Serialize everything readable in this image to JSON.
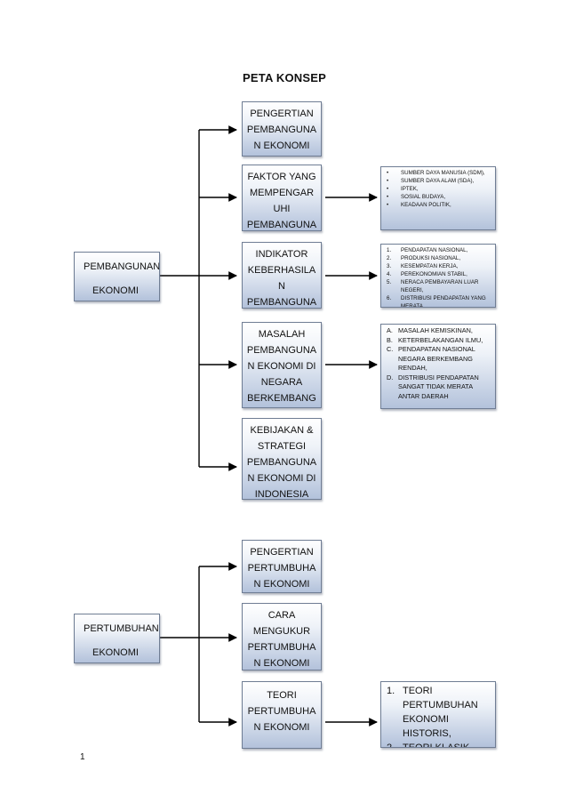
{
  "page_title": "PETA KONSEP",
  "page_number": "1",
  "section1": {
    "root": {
      "line1": "PEMBANGUNAN",
      "line2": "EKONOMI"
    },
    "nodes": [
      "PENGERTIAN PEMBANGUNAN EKONOMI",
      "FAKTOR YANG MEMPENGARUHI PEMBANGUNAN EKONOMI",
      "INDIKATOR KEBERHASILAN PEMBANGUNAN EKONOMI",
      "MASALAH PEMBANGUNAN EKONOMI DI NEGARA BERKEMBANG",
      "KEBIJAKAN & STRATEGI PEMBANGUNAN EKONOMI DI INDONESIA"
    ],
    "faktor_details": [
      "SUMBER DAYA MANUSIA (SDM),",
      "SUMBER DAYA ALAM (SDA),",
      "IPTEK,",
      "SOSIAL BUDAYA,",
      "KEADAAN POLITIK,"
    ],
    "indikator_details": [
      {
        "marker": "1.",
        "text": "PENDAPATAN NASIONAL,"
      },
      {
        "marker": "2.",
        "text": "PRODUKSI NASIONAL,"
      },
      {
        "marker": "3.",
        "text": "KESEMPATAN KERJA,"
      },
      {
        "marker": "4.",
        "text": "PEREKONOMIAN STABIL,"
      },
      {
        "marker": "5.",
        "text": "NERACA PEMBAYARAN LUAR NEGERI,"
      },
      {
        "marker": "6.",
        "text": "DISTRIBUSI PENDAPATAN YANG MERATA"
      }
    ],
    "masalah_details": [
      {
        "marker": "A.",
        "text": "MASALAH KEMISKINAN,"
      },
      {
        "marker": "B.",
        "text": "KETERBELAKANGAN ILMU,"
      },
      {
        "marker": "C.",
        "text": "PENDAPATAN NASIONAL NEGARA BERKEMBANG RENDAH,"
      },
      {
        "marker": "D.",
        "text": "DISTRIBUSI PENDAPATAN SANGAT TIDAK MERATA ANTAR DAERAH"
      }
    ]
  },
  "section2": {
    "root": {
      "line1": "PERTUMBUHAN",
      "line2": "EKONOMI"
    },
    "nodes": [
      "PENGERTIAN PERTUMBUHAN EKONOMI",
      "CARA MENGUKUR PERTUMBUHAN EKONOMI",
      "TEORI PERTUMBUHAN EKONOMI"
    ],
    "teori_details": [
      {
        "marker": "1.",
        "text": "TEORI PERTUMBUHAN EKONOMI HISTORIS,"
      },
      {
        "marker": "2.",
        "text": "TEORI KLASIK DAN NEO KLASIK"
      }
    ]
  }
}
